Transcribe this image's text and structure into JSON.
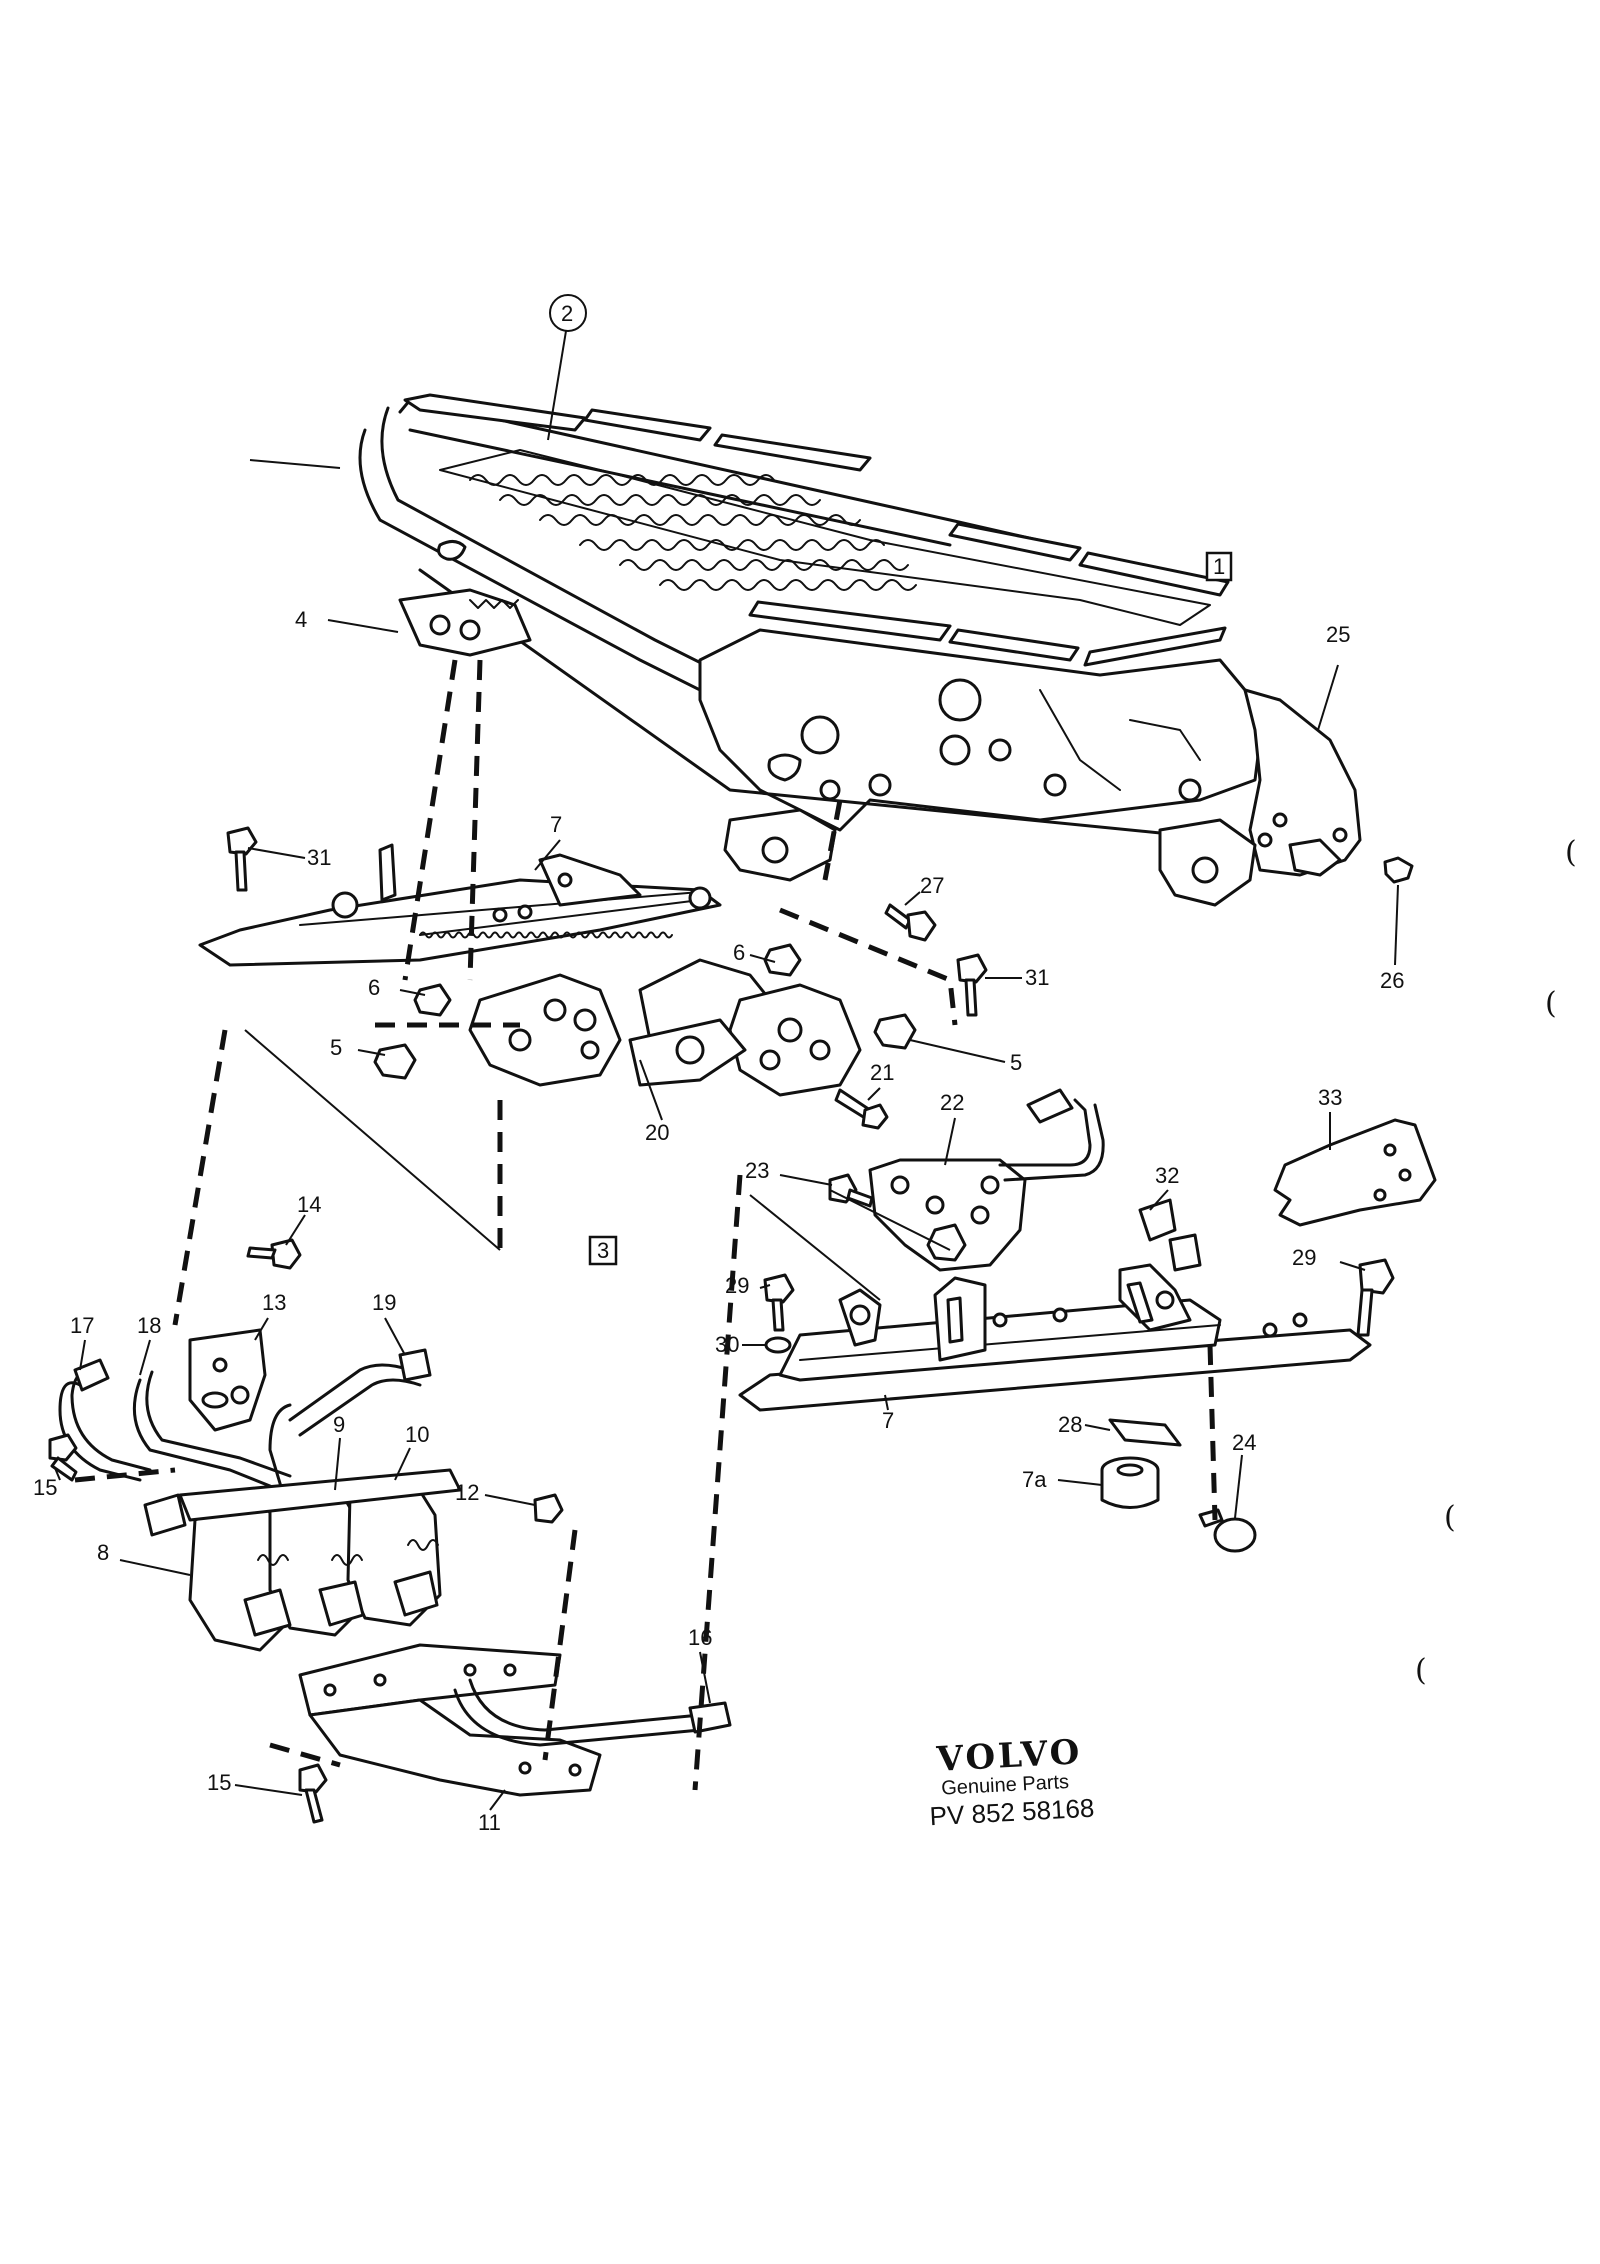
{
  "brand": {
    "logo": "VOLVO",
    "subtitle": "Genuine Parts",
    "code": "PV 852 58168"
  },
  "boxed_labels": [
    "1",
    "3"
  ],
  "circled_labels": [
    "2"
  ],
  "callouts": [
    "4",
    "25",
    "7",
    "31",
    "27",
    "6",
    "31",
    "6",
    "5",
    "5",
    "21",
    "20",
    "26",
    "22",
    "23",
    "33",
    "32",
    "14",
    "29",
    "29",
    "30",
    "13",
    "19",
    "17",
    "18",
    "9",
    "10",
    "15",
    "12",
    "8",
    "28",
    "7a",
    "24",
    "7",
    "16",
    "15",
    "11"
  ],
  "margin_marks": [
    "(",
    "(",
    "(",
    "("
  ]
}
